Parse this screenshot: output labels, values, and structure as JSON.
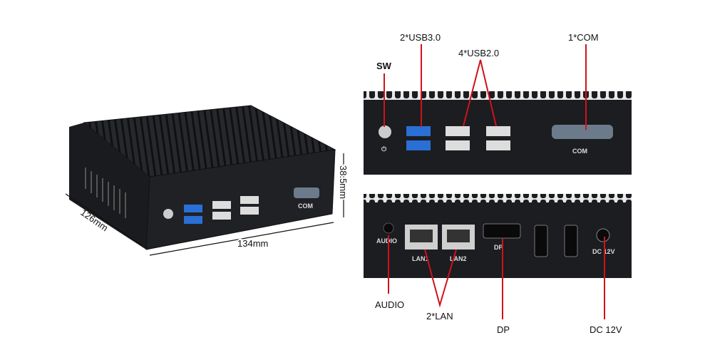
{
  "colors": {
    "device": "#1c1d20",
    "device_edge": "#2c2e33",
    "annotation": "#d0121b",
    "usb3": "#2a6fd6",
    "text": "#111111"
  },
  "left_device": {
    "com_label": "COM",
    "dimensions": {
      "depth": "126mm",
      "width": "134mm",
      "height": "38.5mm"
    }
  },
  "top_panel": {
    "port_labels": {
      "com": "COM"
    },
    "callouts": {
      "sw": "SW",
      "usb3": "2*USB3.0",
      "usb2": "4*USB2.0",
      "com": "1*COM"
    }
  },
  "bottom_panel": {
    "port_labels": {
      "audio": "AUDIO",
      "lan1": "LAN1",
      "lan2": "LAN2",
      "dp": "DP",
      "dc": "DC 12V"
    },
    "callouts": {
      "audio": "AUDIO",
      "lan": "2*LAN",
      "dp": "DP",
      "dc": "DC 12V"
    }
  }
}
